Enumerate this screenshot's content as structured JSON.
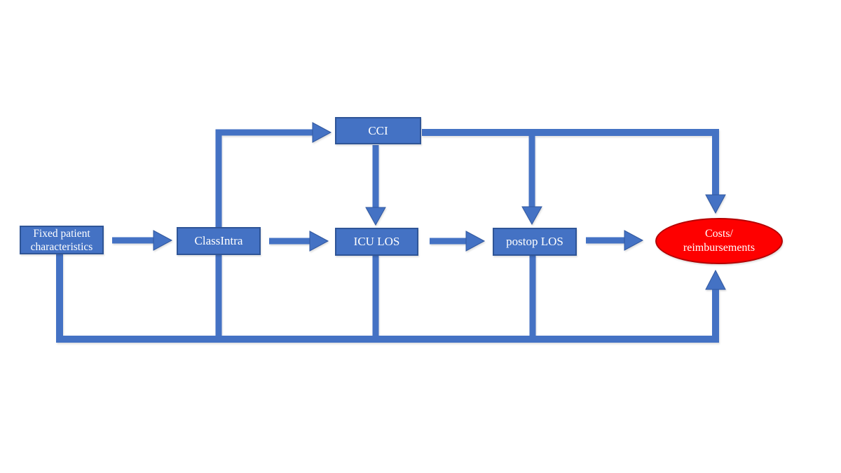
{
  "diagram": {
    "type": "flowchart",
    "background": "#ffffff",
    "nodes": {
      "fixed": {
        "line1": "Fixed patient",
        "line2": "characteristics",
        "shape": "rectangle",
        "fill": "#4472c4"
      },
      "classintra": {
        "label": "ClassIntra",
        "shape": "rectangle",
        "fill": "#4472c4"
      },
      "cci": {
        "label": "CCI",
        "shape": "rectangle",
        "fill": "#4472c4"
      },
      "icu": {
        "label": "ICU LOS",
        "shape": "rectangle",
        "fill": "#4472c4"
      },
      "postop": {
        "label": "postop LOS",
        "shape": "rectangle",
        "fill": "#4472c4"
      },
      "costs": {
        "line1": "Costs/",
        "line2": "reimbursements",
        "shape": "ellipse",
        "fill": "#fe0000"
      }
    },
    "edges": [
      {
        "from": "fixed",
        "to": "classintra",
        "style": "arrow"
      },
      {
        "from": "classintra",
        "to": "cci",
        "style": "elbow-arrow"
      },
      {
        "from": "classintra",
        "to": "icu",
        "style": "arrow"
      },
      {
        "from": "cci",
        "to": "icu",
        "style": "arrow"
      },
      {
        "from": "cci",
        "to": "postop",
        "style": "branch-arrow"
      },
      {
        "from": "cci",
        "to": "costs",
        "style": "elbow-arrow"
      },
      {
        "from": "icu",
        "to": "postop",
        "style": "arrow"
      },
      {
        "from": "postop",
        "to": "costs",
        "style": "arrow"
      },
      {
        "from": "fixed",
        "to": "costs",
        "style": "bottom-rail-arrow"
      },
      {
        "from": "classintra",
        "to": "costs",
        "style": "bottom-rail"
      },
      {
        "from": "icu",
        "to": "costs",
        "style": "bottom-rail"
      },
      {
        "from": "postop",
        "to": "costs",
        "style": "bottom-rail"
      }
    ],
    "colors": {
      "connector": "#4472c4",
      "connector_outline": "#31589f",
      "node_fill": "#4472c4",
      "node_border": "#2f5597",
      "outcome_fill": "#fe0000",
      "outcome_border": "#b40000",
      "label_text": "#ffffff"
    }
  }
}
